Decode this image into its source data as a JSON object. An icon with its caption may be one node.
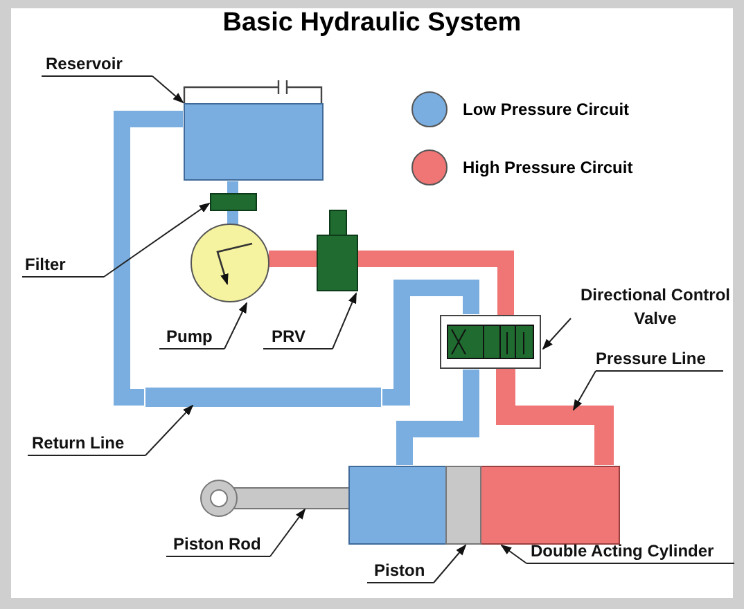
{
  "diagram": {
    "title": "Basic Hydraulic System",
    "nodes": [
      {
        "text": [
          "Reservoir"
        ]
      },
      {
        "text": [],
        "shape": "box"
      },
      {
        "text": [
          "Filter"
        ]
      },
      {
        "text": [],
        "shape": "box"
      },
      {
        "text": [],
        "shape": "circle"
      },
      {
        "text": [
          "Pump"
        ]
      },
      {
        "text": [],
        "shape": "box"
      },
      {
        "text": [
          "PRV"
        ]
      },
      {
        "text": [
          "Directional Control Valve"
        ]
      },
      {
        "text": [],
        "shape": "box"
      },
      {
        "text": [
          "Pressure Line"
        ]
      },
      {
        "text": [],
        "shape": "bar"
      },
      {
        "text": [],
        "shape": "bar"
      },
      {
        "text": [
          "Return Line"
        ]
      },
      {
        "text": [],
        "shape": "bar"
      },
      {
        "text": [
          "Piston Rod"
        ]
      },
      {
        "text": [],
        "shape": "box"
      },
      {
        "text": [
          "Piston"
        ]
      },
      {
        "text": [],
        "shape": "cylinder"
      },
      {
        "text": [
          "Double Acting Cylinder"
        ]
      }
    ],
    "edges": [
      {
        "from": 0,
        "to": 1,
        "arrow": "to"
      },
      {
        "from": 2,
        "to": 3,
        "arrow": "to"
      },
      {
        "from": 5,
        "to": 4,
        "arrow": "to"
      },
      {
        "from": 7,
        "to": 6,
        "arrow": "to"
      },
      {
        "from": 8,
        "to": 9,
        "arrow": "to"
      },
      {
        "from": 10,
        "to": 11,
        "arrow": "to"
      },
      {
        "from": 13,
        "to": 12,
        "arrow": "to"
      },
      {
        "from": 15,
        "to": 14,
        "arrow": "to"
      },
      {
        "from": 17,
        "to": 16,
        "arrow": "to"
      },
      {
        "from": 19,
        "to": 18,
        "arrow": "to"
      },
      {
        "from": 1,
        "to": 3,
        "arrow": "none",
        "style": "thick",
        "color": "#7aaee0"
      },
      {
        "from": 3,
        "to": 4,
        "arrow": "none",
        "style": "thick",
        "color": "#7aaee0"
      },
      {
        "from": 4,
        "to": 6,
        "arrow": "none",
        "style": "thick",
        "color": "#f07575"
      },
      {
        "from": 6,
        "to": 9,
        "arrow": "none",
        "style": "thick",
        "color": "#f07575"
      },
      {
        "from": 9,
        "to": 18,
        "arrow": "none",
        "style": "thick",
        "color": "#7aaee0"
      },
      {
        "from": 9,
        "to": 12,
        "arrow": "none",
        "style": "thick",
        "color": "#7aaee0"
      },
      {
        "from": 12,
        "to": 1,
        "arrow": "none",
        "style": "thick",
        "color": "#7aaee0"
      }
    ],
    "legend": [
      {
        "text": "Low Pressure Circuit",
        "color": "#7aaee0"
      },
      {
        "text": "High Pressure Circuit",
        "color": "#f07575"
      }
    ]
  }
}
